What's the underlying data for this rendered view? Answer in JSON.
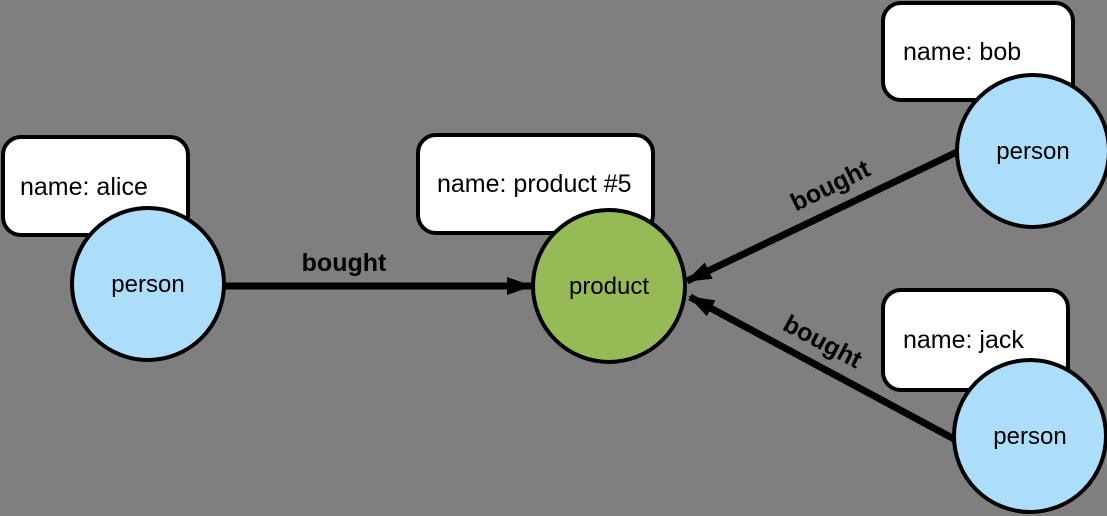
{
  "diagram": {
    "type": "property-graph",
    "background_color": "#7f7f7f",
    "colors": {
      "person_fill": "#acddf9",
      "product_fill": "#96ba56",
      "card_fill": "#ffffff",
      "stroke": "#000000"
    },
    "nodes": [
      {
        "id": "alice",
        "label": "person",
        "property": "name: alice"
      },
      {
        "id": "product5",
        "label": "product",
        "property": "name: product #5"
      },
      {
        "id": "bob",
        "label": "person",
        "property": "name: bob"
      },
      {
        "id": "jack",
        "label": "person",
        "property": "name: jack"
      }
    ],
    "edges": [
      {
        "source": "alice",
        "target": "product5",
        "label": "bought"
      },
      {
        "source": "bob",
        "target": "product5",
        "label": "bought"
      },
      {
        "source": "jack",
        "target": "product5",
        "label": "bought"
      }
    ]
  }
}
